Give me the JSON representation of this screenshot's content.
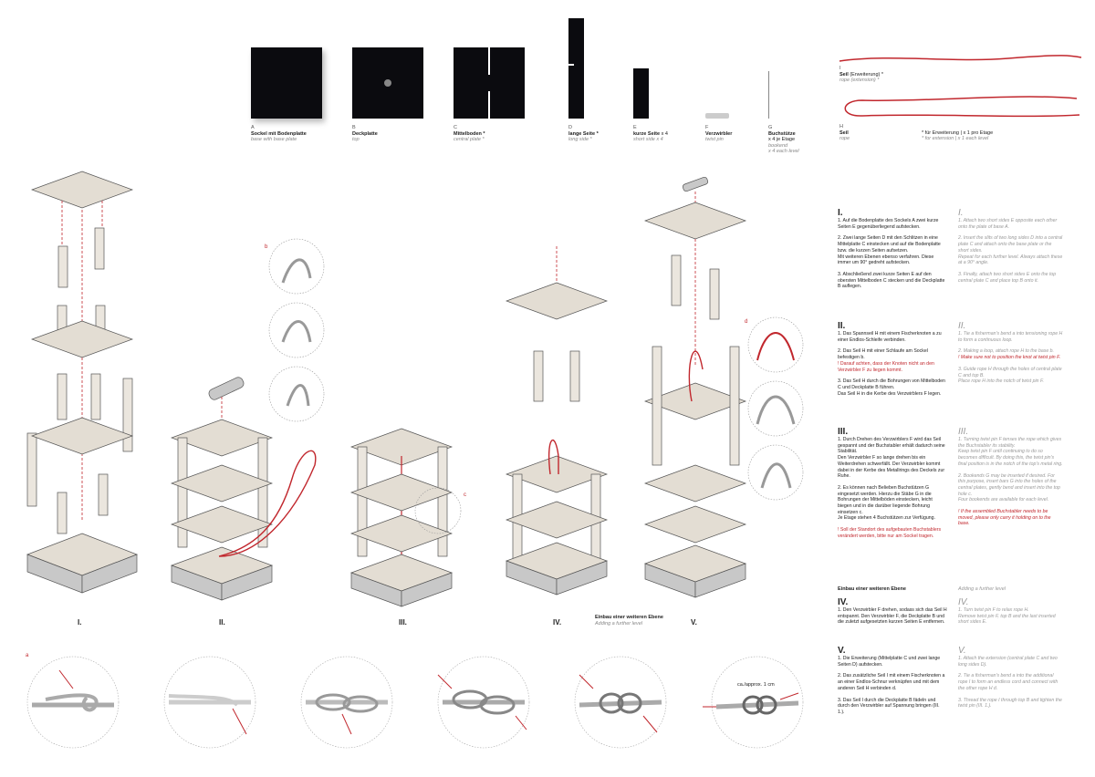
{
  "colors": {
    "red": "#c1272d",
    "panel": "#e3ddd3",
    "edge": "#6b6b6b",
    "black": "#0b0b0f",
    "grey": "#9c9c9c"
  },
  "parts": [
    {
      "letter": "A",
      "de": "Sockel mit Bodenplatte",
      "en": "base with base plate"
    },
    {
      "letter": "B",
      "de": "Deckplatte",
      "en": "top"
    },
    {
      "letter": "C",
      "de": "Mittelboden *",
      "en": "central plate *"
    },
    {
      "letter": "D",
      "de": "lange Seite *",
      "en": "long side *"
    },
    {
      "letter": "E",
      "de": "kurze Seite",
      "qty": "x 4",
      "en": "short side x 4"
    },
    {
      "letter": "F",
      "de": "Verzwirbler",
      "en": "twist pin"
    },
    {
      "letter": "G",
      "de": "Buchstütze",
      "qty": "x 4 je Etage",
      "extra": "bookend",
      "en": "x 4 each level"
    }
  ],
  "rope": {
    "i": {
      "letter": "I",
      "de": "Seil",
      "de_suffix": "(Erweiterung) *",
      "en": "rope (extension) *"
    },
    "h": {
      "letter": "H",
      "de": "Seil",
      "en": "rope",
      "note_de": "* für Erweiterung | x 1 pro Etage",
      "note_en": "* for extension | x 1 each level"
    }
  },
  "stages": [
    "I.",
    "II.",
    "III.",
    "IV.",
    "V."
  ],
  "stage_sub": {
    "de": "Einbau einer weiteren Ebene",
    "en": "Adding a further level"
  },
  "detail_letters": {
    "b": "b",
    "c": "c",
    "d": "d",
    "a": "a"
  },
  "measure": "ca./approx. 1 cm",
  "instructions": {
    "s1": {
      "num": "I.",
      "num_en": "I.",
      "de": [
        "1. Auf die Bodenplatte des Sockels A zwei kurze Seiten E gegenüberliegend aufstecken.",
        "2. Zwei lange Seiten D mit den Schlitzen in eine Mittelplatte C einstecken und auf die Bodenplatte bzw. die kurzen Seiten aufsetzen.\nMit weiteren Ebenen ebenso verfahren. Diese immer um 90° gedreht aufstecken.",
        "3. Abschließend zwei kurze Seiten E auf den obersten Mittelboden C stecken und die Deckplatte B auflegen."
      ],
      "en": [
        "1. Attach two short sides E opposite each other onto the plate of base A.",
        "2. Insert the slits of two long sides D into a central plate C and attach onto the base plate or the short sides.\nRepeat for each further level. Always attach these at a 90° angle.",
        "3. Finally, attach two short sides E onto the top central plate C and place top B onto it."
      ]
    },
    "s2": {
      "num": "II.",
      "num_en": "II.",
      "de": [
        "1. Das Spannseil H mit einem Fischerknoten a zu einer Endlos-Schleife verbinden.",
        "2. Das Seil H mit einer Schlaufe am Sockel befestigen b.",
        "! Darauf achten, dass der Knoten nicht an den Verzwirbler F zu liegen kommt.",
        "3. Das Seil H durch die Bohrungen von Mittelboden C und Deckplatte B führen.\nDas Seil H in die Kerbe des Verzwirblers F legen."
      ],
      "en": [
        "1. Tie a fisherman's bend a into tensioning rope H to form a continuous loop.",
        "2. Making a loop, attach rope H to the base b.",
        "! Make sure not to position the knot at twist pin F.",
        "3. Guide rope H through the holes of central plate C and top B.\nPlace rope H into the notch of twist pin F."
      ]
    },
    "s3": {
      "num": "III.",
      "num_en": "III.",
      "de": [
        "1. Durch Drehen des Verzwirblers F wird das Seil gespannt und der Buchstabler erhält dadurch seine Stabilität.\nDen Verzwirbler F so lange drehen bis ein Weiterdrehen schwerfällt. Der Verzwirbler kommt dabei in der Kerbe des Metallrings des Deckels zur Ruhe.",
        "2. Es können nach Belieben Buchstützen G eingesetzt werden. Hierzu die Stäbe G in die Bohrungen der Mittelböden einstecken, leicht biegen und in die darüber liegende Bohrung einsetzen c.\nJe Etage stehen 4 Buchstützen zur Verfügung.",
        "! Soll der Standort des aufgebauten Buchstablers verändert werden, bitte nur am Sockel tragen."
      ],
      "en": [
        "1. Turning twist pin F tenses the rope which gives the Buchstabler its stability.\nKeep twist pin F until continuing to do so becomes difficult. By doing this, the twist pin's final position is in the notch of the top's metal ring.",
        "2. Bookends G may be inserted if desired. For this purpose, insert bars G into the holes of the central plates, gently bend and insert into the top hole c.\nFour bookends are available for each level.",
        "! If the assembled Buchstabler needs to be moved, please only carry it holding on to the base."
      ]
    },
    "further": {
      "de": "Einbau einer weiteren Ebene",
      "en": "Adding a further level"
    },
    "s4": {
      "num": "IV.",
      "num_en": "IV.",
      "de": [
        "1. Den Verzwirbler F drehen, sodass sich das Seil H entspannt. Den Verzwirbler F, die Deckplatte B und die zuletzt aufgesetzten kurzen Seiten E entfernen."
      ],
      "en": [
        "1. Turn twist pin F to relax rope H.\nRemove twist pin F, top B and the last inserted short sides E."
      ]
    },
    "s5": {
      "num": "V.",
      "num_en": "V.",
      "de": [
        "1. Die Erweiterung (Mittelplatte C und zwei lange Seiten D) aufstecken.",
        "2. Das zusätzliche Seil I mit einem Fischerknoten a an einer Endlos-Schnur verknüpfen und mit dem anderen Seil H verbinden d.",
        "3. Das Seil I durch die Deckplatte B fädeln und durch den Verzwirbler auf Spannung bringen (III. 1.)."
      ],
      "en": [
        "1. Attach the extension (central plate C and two long sides D).",
        "2. Tie a fisherman's bend a into the additional rope I to form an endless cord and connect with the other rope H d.",
        "3. Thread the rope I through top B and tighten the twist pin (III. 1.)."
      ]
    }
  }
}
